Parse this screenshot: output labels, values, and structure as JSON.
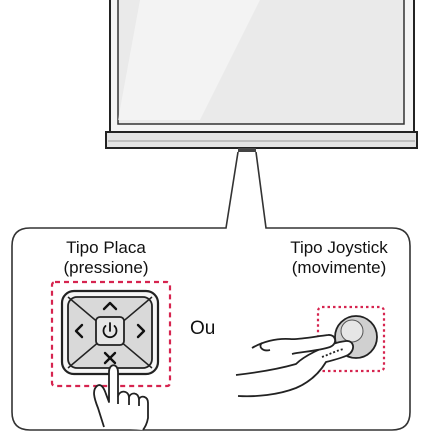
{
  "labels": {
    "plate_type_line1": "Tipo Placa",
    "plate_type_line2": "(pressione)",
    "joystick_type_line1": "Tipo Joystick",
    "joystick_type_line2": "(movimente)",
    "or_text": "Ou"
  },
  "icons": {
    "power": "power-icon",
    "up": "chevron-up-icon",
    "down": "close-icon",
    "left": "chevron-left-icon",
    "right": "chevron-right-icon"
  },
  "colors": {
    "highlight": "#d6244f",
    "outline": "#222222",
    "button_fill": "#d9d9d9",
    "tv_frame": "#e9e9e9"
  }
}
